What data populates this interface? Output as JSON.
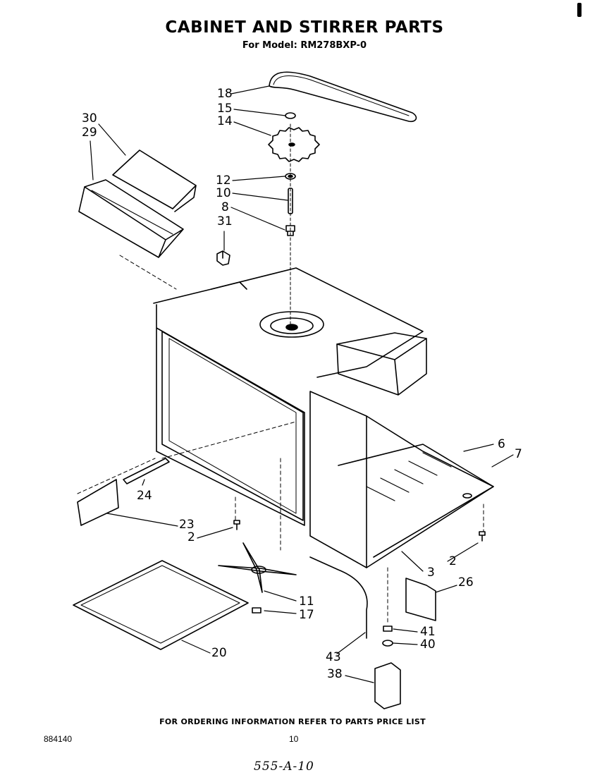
{
  "header": {
    "title": "CABINET AND STIRRER PARTS",
    "subtitle": "For Model: RM278BXP-0"
  },
  "callouts": [
    "18",
    "15",
    "14",
    "30",
    "29",
    "12",
    "10",
    "8",
    "31",
    "6",
    "7",
    "24",
    "23",
    "2",
    "2",
    "3",
    "26",
    "11",
    "17",
    "41",
    "40",
    "43",
    "38",
    "20"
  ],
  "footer": {
    "note": "FOR ORDERING INFORMATION REFER TO PARTS PRICE LIST",
    "doc_number": "884140",
    "page_number": "10",
    "handwritten": "555-A-10"
  }
}
